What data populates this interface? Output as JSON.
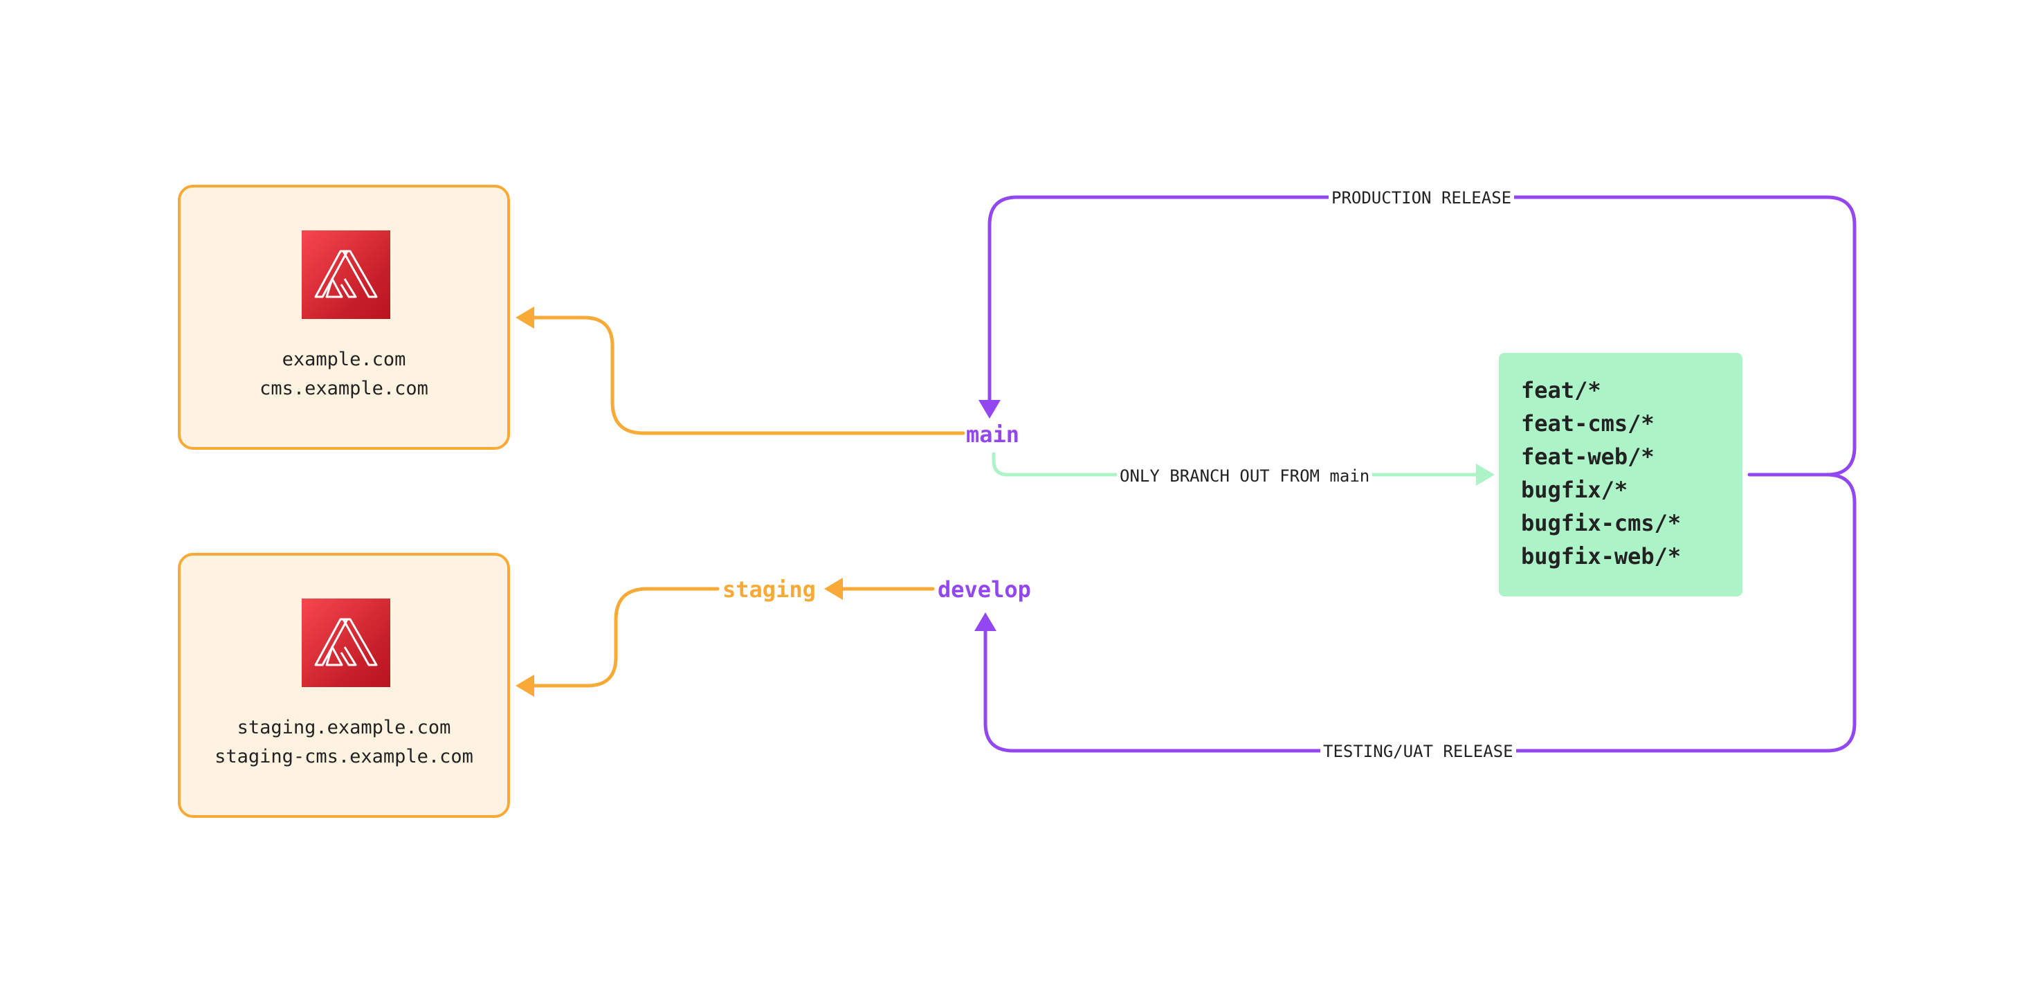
{
  "colors": {
    "purple": "#9347f0",
    "orange": "#f8a936",
    "green": "#adf3c8",
    "env_fill": "#fef2e0",
    "text": "#222222",
    "logo_red": "#e0242f"
  },
  "environments": {
    "production": {
      "icon": "amplify-logo-icon",
      "domains": [
        "example.com",
        "cms.example.com"
      ]
    },
    "staging": {
      "icon": "amplify-logo-icon",
      "domains": [
        "staging.example.com",
        "staging-cms.example.com"
      ]
    }
  },
  "branches": {
    "main": "main",
    "develop": "develop",
    "staging": "staging"
  },
  "feature_branches": [
    "feat/*",
    "feat-cms/*",
    "feat-web/*",
    "bugfix/*",
    "bugfix-cms/*",
    "bugfix-web/*"
  ],
  "flow_labels": {
    "production_release": "PRODUCTION RELEASE",
    "branch_out": "ONLY BRANCH OUT FROM main",
    "testing_release": "TESTING/UAT RELEASE"
  }
}
